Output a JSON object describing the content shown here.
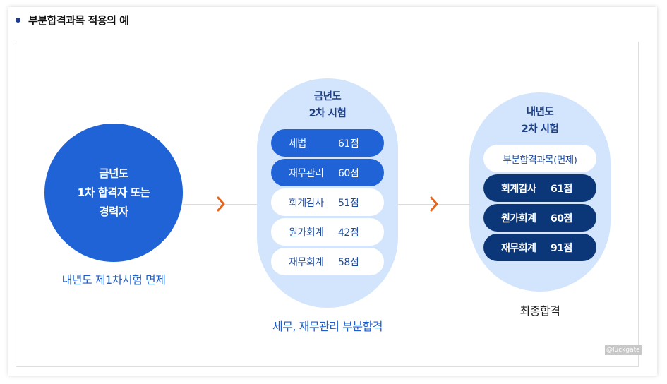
{
  "header": {
    "title": "부분합격과목 적용의 예"
  },
  "stage1": {
    "circle_text": "금년도\n1차 합격자 또는\n경력자",
    "caption": "내년도 제1차시험 면제"
  },
  "stage2": {
    "title": "금년도\n2차 시험",
    "subjects": [
      {
        "name": "세법",
        "score": "61점",
        "style": "blue"
      },
      {
        "name": "재무관리",
        "score": "60점",
        "style": "blue"
      },
      {
        "name": "회계감사",
        "score": "51점",
        "style": "white"
      },
      {
        "name": "원가회계",
        "score": "42점",
        "style": "white"
      },
      {
        "name": "재무회계",
        "score": "58점",
        "style": "white"
      }
    ],
    "caption": "세무, 재무관리 부분합격"
  },
  "stage3": {
    "title": "내년도\n2차 시험",
    "exempt_label": "부분합격과목(면제)",
    "subjects": [
      {
        "name": "회계감사",
        "score": "61점"
      },
      {
        "name": "원가회계",
        "score": "60점"
      },
      {
        "name": "재무회계",
        "score": "91점"
      }
    ],
    "caption": "최종합격"
  },
  "watermark": "@luckgate",
  "colors": {
    "primary_blue": "#1f63d7",
    "navy": "#0b3778",
    "light_blue": "#d3e5fc",
    "arrow_orange": "#e8641b"
  },
  "icons": {
    "arrow": "chevron-right-icon",
    "bullet": "bullet-dot-icon"
  }
}
